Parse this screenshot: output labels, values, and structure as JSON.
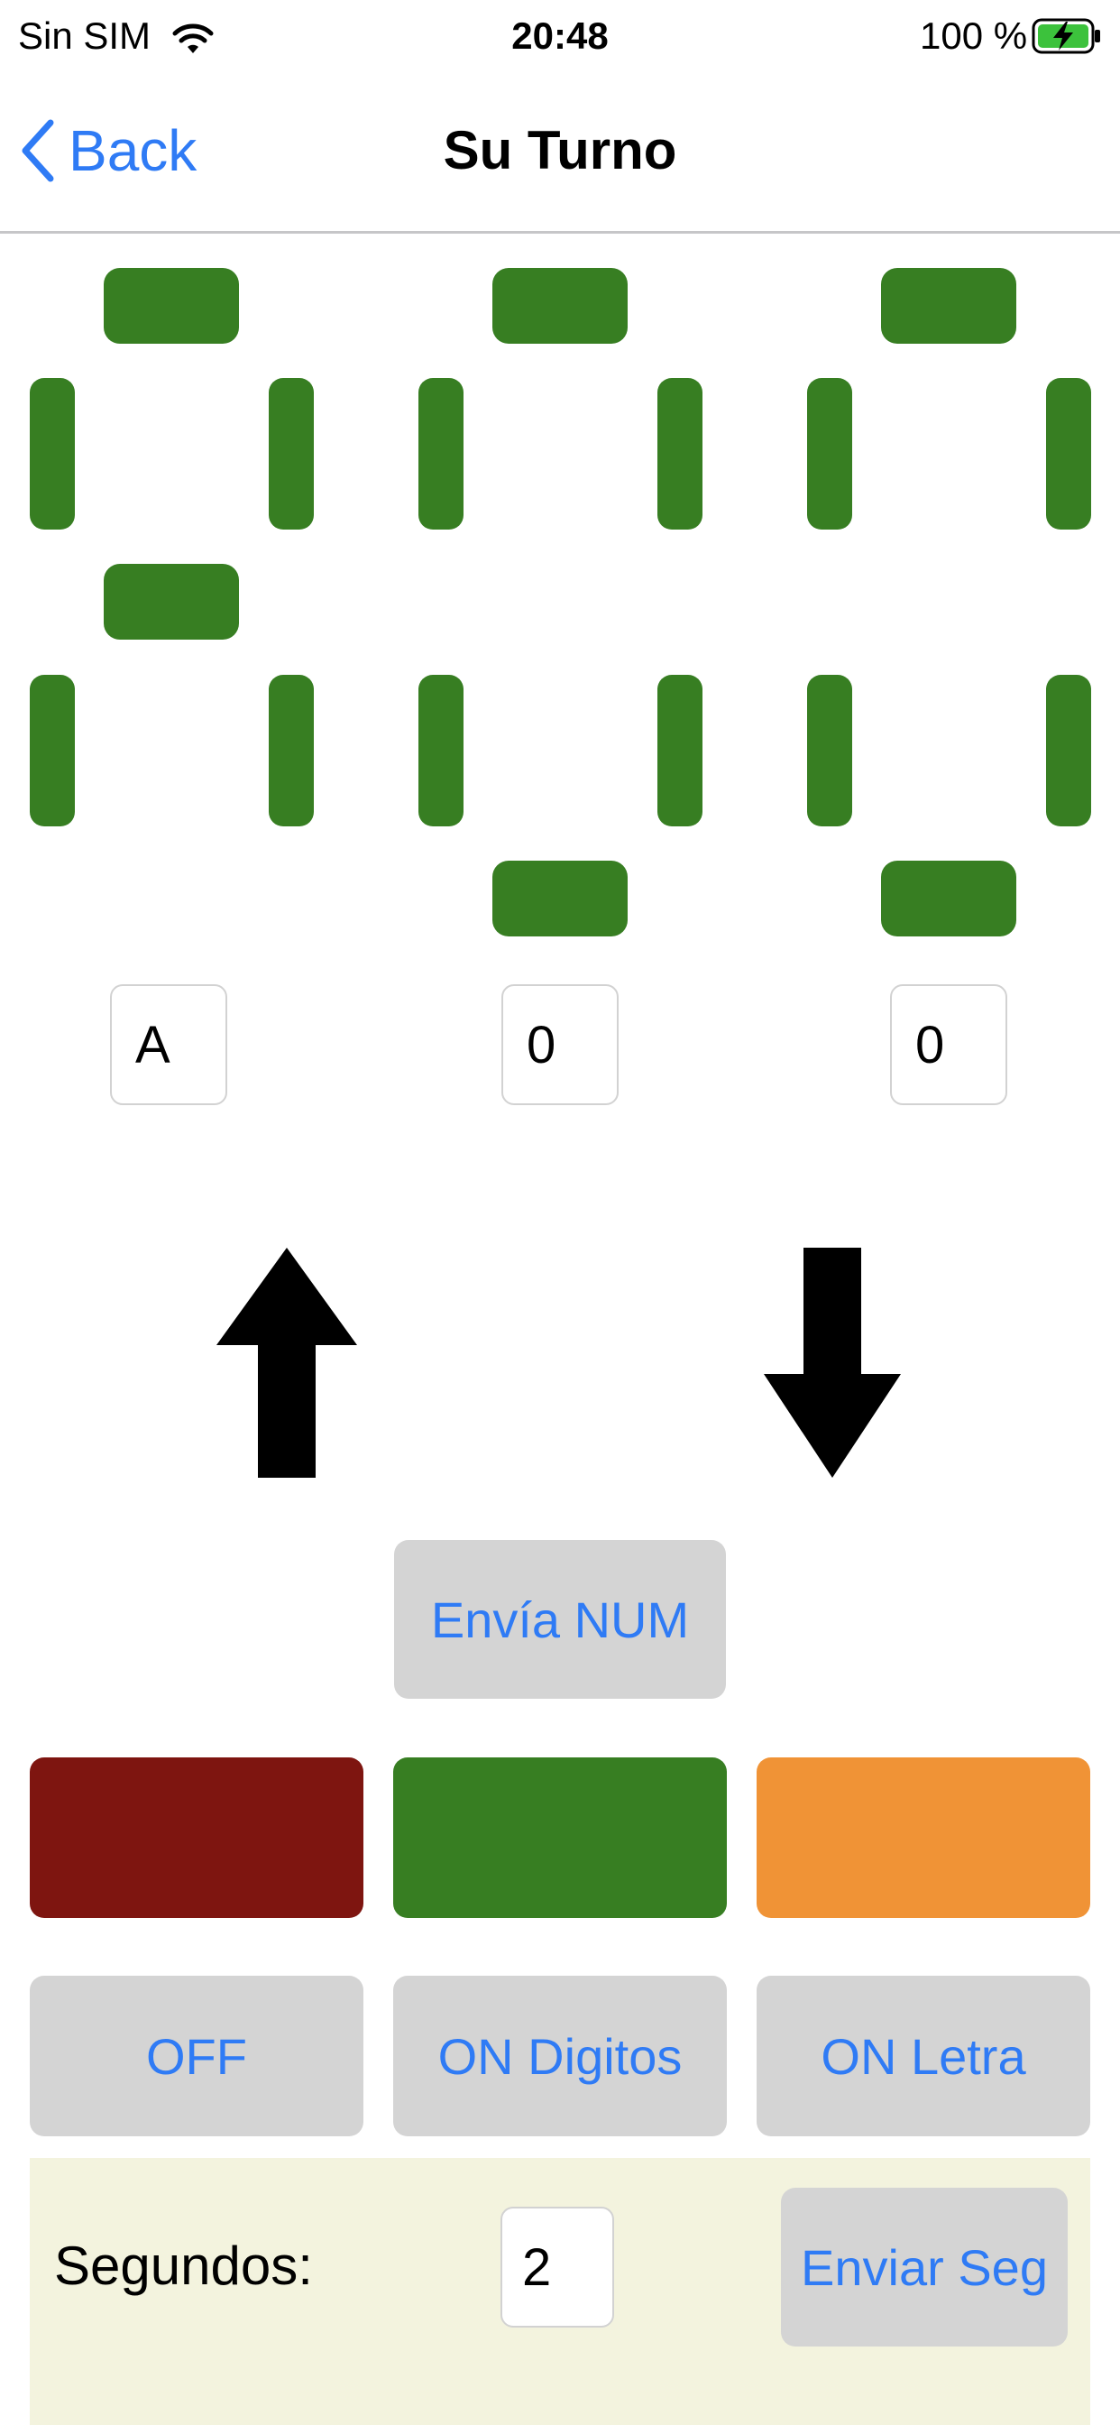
{
  "status_bar": {
    "carrier": "Sin SIM",
    "time": "20:48",
    "battery": "100 %"
  },
  "nav": {
    "back_label": "Back",
    "title": "Su Turno"
  },
  "display": {
    "segment_color": "#377e22",
    "digits": [
      "A",
      "0",
      "0"
    ]
  },
  "controls": {
    "send_num_label": "Envía NUM",
    "colors": [
      "#7e1510",
      "#377e22",
      "#f09336"
    ],
    "off_label": "OFF",
    "on_digits_label": "ON Digitos",
    "on_letter_label": "ON Letra"
  },
  "seconds_panel": {
    "label": "Segundos:",
    "value": "2",
    "send_label": "Enviar Seg"
  }
}
